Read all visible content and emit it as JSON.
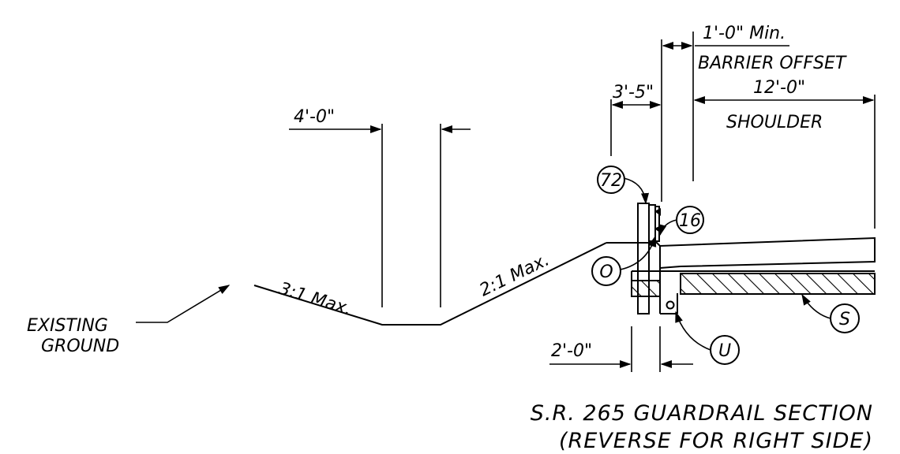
{
  "dimensions": {
    "barrier_offset_value": "1'-0\" Min.",
    "barrier_offset_label": "BARRIER OFFSET",
    "post_width": "3'-5\"",
    "shoulder_width": "12'-0\"",
    "shoulder_label": "SHOULDER",
    "ditch_width": "4'-0\"",
    "bottom_offset": "2'-0\""
  },
  "slopes": {
    "left": "3:1 Max.",
    "right": "2:1 Max."
  },
  "ground_note": {
    "line1": "EXISTING",
    "line2": "GROUND"
  },
  "callouts": {
    "rail": "72",
    "blockout": "16",
    "o_item": "O",
    "s_item": "S",
    "u_item": "U"
  },
  "title": {
    "line1": "S.R. 265 GUARDRAIL SECTION",
    "line2": "(REVERSE FOR RIGHT SIDE)"
  }
}
